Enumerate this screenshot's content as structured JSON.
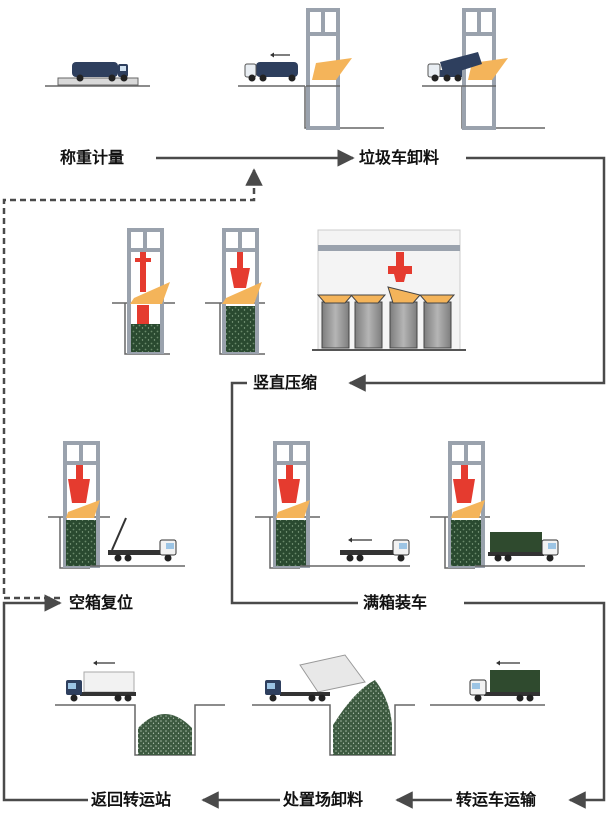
{
  "steps": {
    "weigh": "称重计量",
    "unload": "垃圾车卸料",
    "compress": "竖直压缩",
    "load": "满箱装车",
    "reset": "空箱复位",
    "transport": "转运车运输",
    "dump": "处置场卸料",
    "return": "返回转运站"
  },
  "colors": {
    "flow_line": "#4a4a4a",
    "frame_steel": "#9aa2ad",
    "hopper_orange": "#f4b45a",
    "press_red": "#e53b2f",
    "box_green": "#1f3b25",
    "truck_navy": "#2e3f5e",
    "truck_white": "#f2f2f2",
    "truck_green": "#2f4a2e",
    "container_grey": "#9a9a9a"
  },
  "icons": [
    "compactor-truck",
    "hook-lift-truck",
    "transfer-tower",
    "vertical-press",
    "container-box",
    "landfill-pit",
    "direction-arrow"
  ]
}
